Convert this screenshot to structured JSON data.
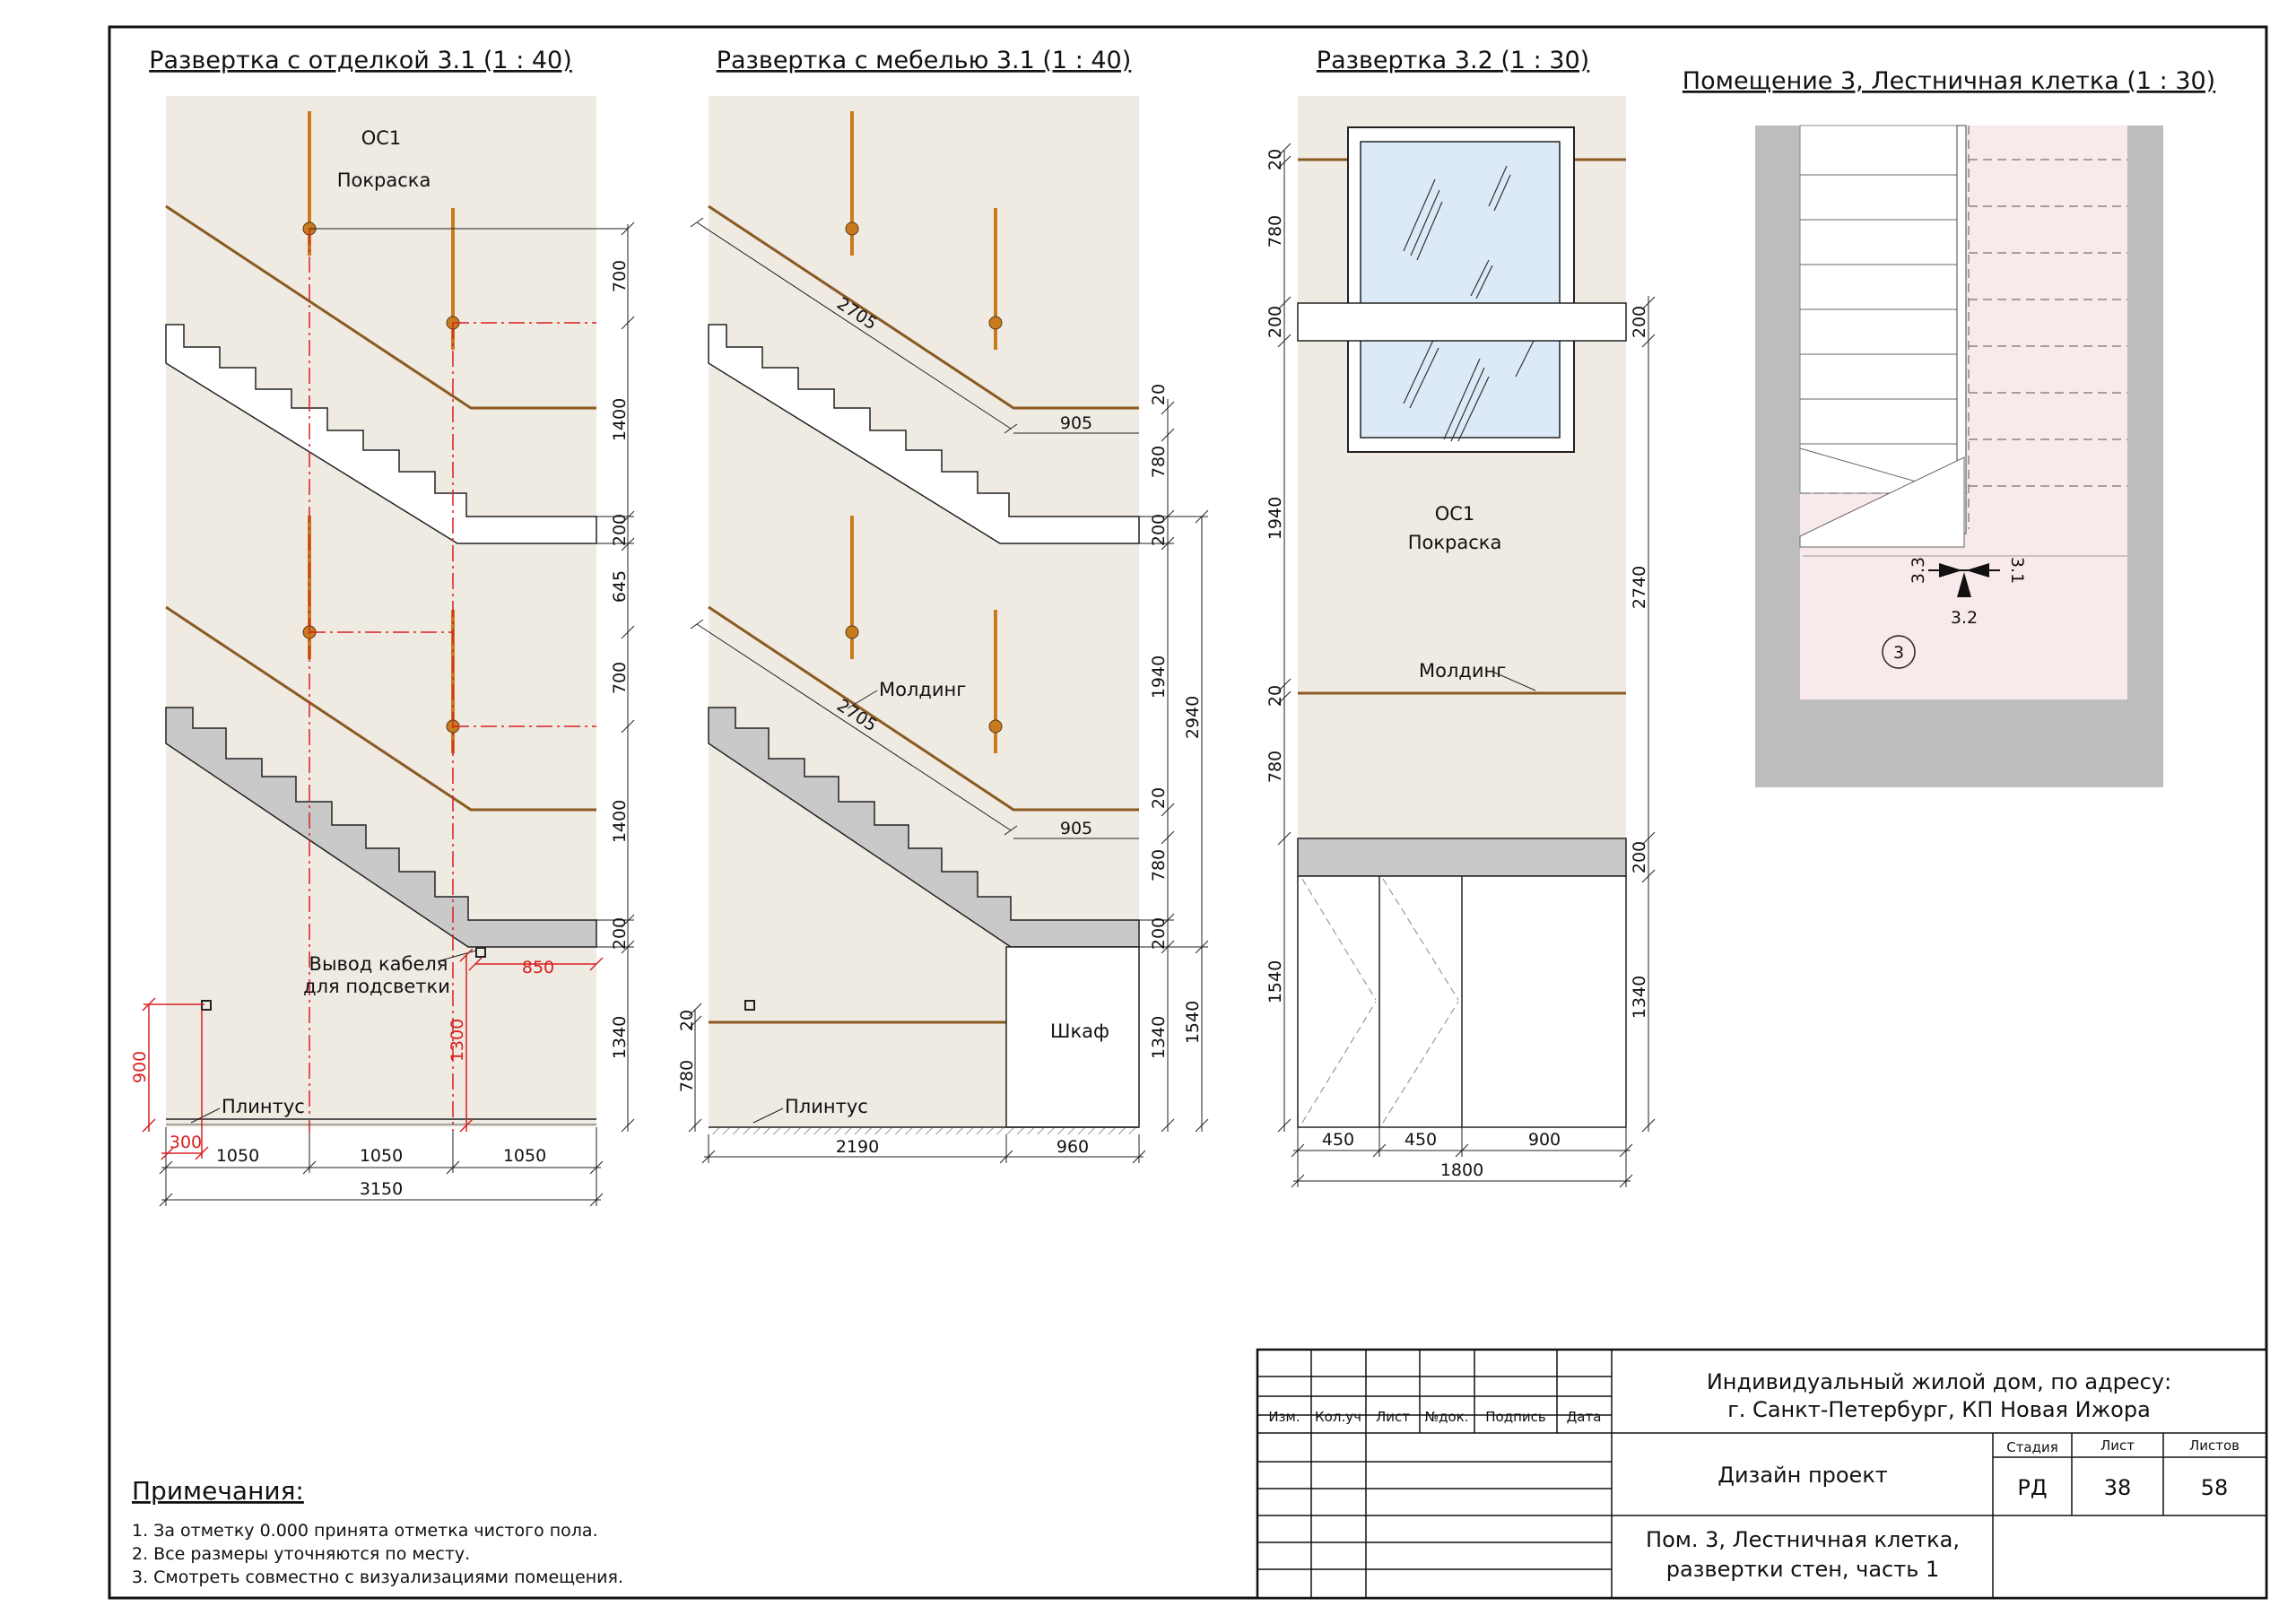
{
  "titles": {
    "finish_31": "Развертка с отделкой 3.1 (1 : 40)",
    "furniture_31": "Развертка с мебелью 3.1 (1 : 40)",
    "elev_32": "Развертка  3.2 (1 : 30)",
    "plan": "Помещение 3, Лестничная клетка (1 : 30)"
  },
  "labels": {
    "finish_code": "ОС1",
    "paint": "Покраска",
    "molding": "Молдинг",
    "plinth": "Плинтус",
    "cable_1": "Вывод кабеля",
    "cable_2": "для подсветки",
    "wardrobe": "Шкаф"
  },
  "elev1": {
    "right_dims": [
      "700",
      "1400",
      "200",
      "645",
      "700",
      "1400",
      "200",
      "1340"
    ],
    "bottom_dims": [
      "1050",
      "1050",
      "1050"
    ],
    "total": "3150",
    "red_dims": [
      "850",
      "1300",
      "900",
      "300"
    ]
  },
  "elev2": {
    "diag": [
      "2705",
      "2705"
    ],
    "horiz": [
      "905",
      "905"
    ],
    "right_dims": [
      "20",
      "780",
      "200",
      "1940",
      "20",
      "780",
      "200",
      "1340"
    ],
    "outer_dims": [
      "2940",
      "1540"
    ],
    "left_dims": [
      "20",
      "780"
    ],
    "bottom_dims": [
      "2190",
      "960"
    ]
  },
  "elev3": {
    "left_dims": [
      "20",
      "780",
      "200",
      "1940",
      "20",
      "780",
      "1540"
    ],
    "right_dims": [
      "200",
      "2740",
      "200",
      "1340"
    ],
    "bottom_dims": [
      "450",
      "450",
      "900"
    ],
    "total": "1800"
  },
  "plan": {
    "marks": [
      "3.3",
      "3.2",
      "3.1"
    ],
    "room": "3"
  },
  "notes": {
    "title": "Примечания:",
    "items": [
      "1.   За отметку 0.000 принята отметка чистого пола.",
      "2.   Все размеры уточняются по месту.",
      "3.   Смотреть совместно с визуализациями помещения."
    ]
  },
  "stamp": {
    "headers": [
      "Изм.",
      "Кол.уч",
      "Лист",
      "№док.",
      "Подпись",
      "Дата"
    ],
    "project_1": "Индивидуальный жилой дом, по адресу:",
    "project_2": "г. Санкт-Петербург, КП Новая Ижора",
    "stage_label": "Стадия",
    "sheet_label": "Лист",
    "sheets_label": "Листов",
    "stage": "РД",
    "sheet": "38",
    "sheets": "58",
    "doc_type": "Дизайн проект",
    "desc_1": "Пом. 3, Лестничная клетка,",
    "desc_2": "развертки стен, часть 1"
  },
  "colors": {
    "wall": "#efebe3",
    "handrail": "#c87a1e",
    "red_dim": "#d82020",
    "section": "#c9c9c9",
    "glass": "#dceaf8",
    "plan_floor": "#f8e9ea",
    "plan_wall": "#bdbdbd"
  }
}
